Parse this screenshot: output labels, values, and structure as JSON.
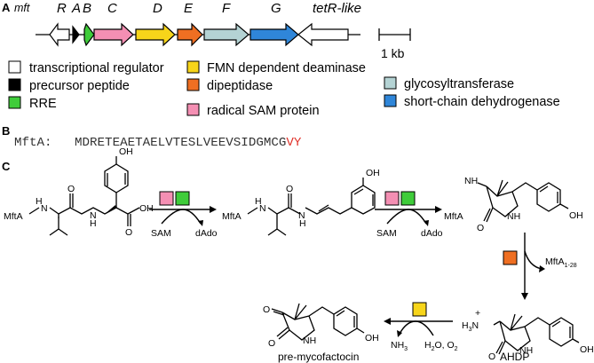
{
  "panel_a": {
    "label": "A",
    "cluster_name": "mft",
    "genes": [
      {
        "name": "R",
        "color": "#ffffff",
        "direction": "left",
        "category": "transcriptional regulator"
      },
      {
        "name": "A",
        "color": "#000000",
        "direction": "right",
        "category": "precursor peptide"
      },
      {
        "name": "B",
        "color": "#3fcc3a",
        "direction": "right",
        "category": "RRE"
      },
      {
        "name": "C",
        "color": "#f48fb3",
        "direction": "right",
        "category": "radical SAM protein"
      },
      {
        "name": "D",
        "color": "#f7d51a",
        "direction": "right",
        "category": "FMN dependent deaminase"
      },
      {
        "name": "E",
        "color": "#ef6f22",
        "direction": "right",
        "category": "dipeptidase"
      },
      {
        "name": "F",
        "color": "#b4d3d4",
        "direction": "right",
        "category": "glycosyltransferase"
      },
      {
        "name": "G",
        "color": "#2f86d9",
        "direction": "right",
        "category": "short-chain dehydrogenase"
      },
      {
        "name": "tetR-like",
        "color": "#ffffff",
        "direction": "left",
        "category": "transcriptional regulator"
      }
    ],
    "scale_bar": "1 kb",
    "legend": [
      {
        "label": "transcriptional regulator",
        "color": "#ffffff"
      },
      {
        "label": "precursor peptide",
        "color": "#000000"
      },
      {
        "label": "RRE",
        "color": "#3fcc3a"
      },
      {
        "label": "FMN dependent deaminase",
        "color": "#f7d51a"
      },
      {
        "label": "dipeptidase",
        "color": "#ef6f22"
      },
      {
        "label": "radical SAM protein",
        "color": "#f48fb3"
      },
      {
        "label": "glycosyltransferase",
        "color": "#b4d3d4"
      },
      {
        "label": "short-chain dehydrogenase",
        "color": "#2f86d9"
      }
    ]
  },
  "panel_b": {
    "label": "B",
    "peptide_name": "MftA:",
    "sequence_black": "MDRETEAETAELVTESLVEEVSIDGMCG",
    "sequence_red": "VY",
    "red_color": "#e0322a"
  },
  "panel_c": {
    "label": "C",
    "mfta": "MftA",
    "hn": "H",
    "n": "N",
    "o": "O",
    "oh": "OH",
    "nh": "NH",
    "h": "H",
    "sam": "SAM",
    "dado": "dAdo",
    "byproduct_main": "MftA",
    "byproduct_sub": "1-28",
    "nh3": "NH",
    "nh3_sub": "3",
    "h2o_o2": "H",
    "h2o_o2_rest_1": "2",
    "h2o_o2_rest_2": "O, O",
    "h2o_o2_rest_3": "2",
    "h3n": "H",
    "h3n_sub": "3",
    "h3n_n": "N",
    "plus": "+",
    "ahdp": "AHDP",
    "pre_mycofactocin": "pre-mycofactocin"
  }
}
